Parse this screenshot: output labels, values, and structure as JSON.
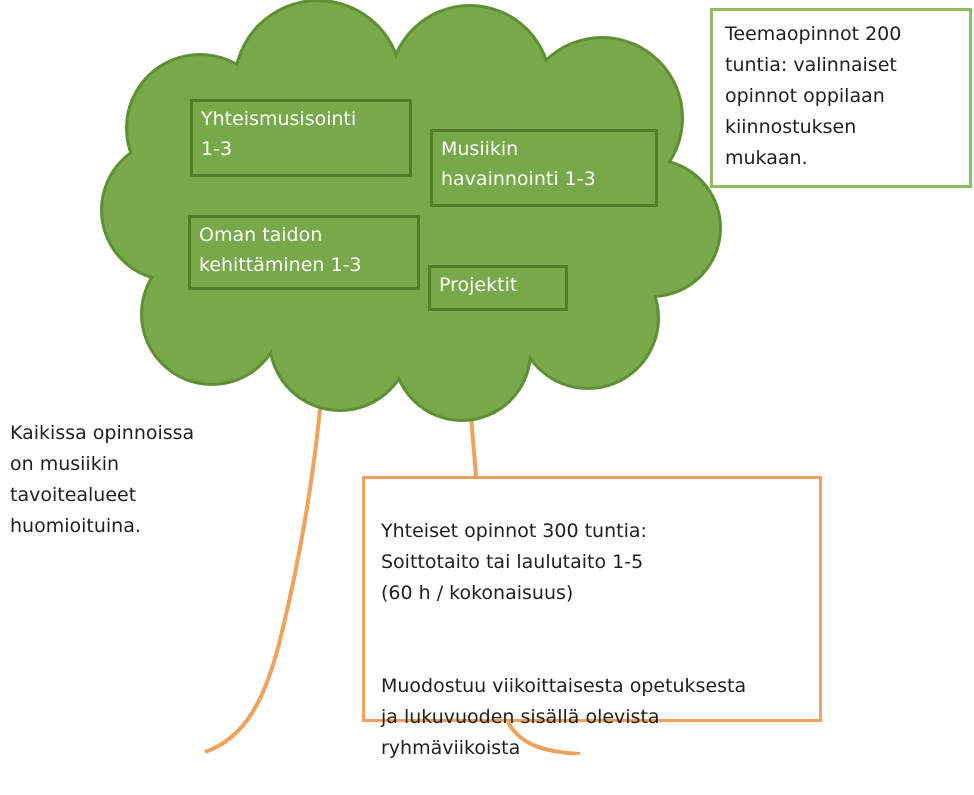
{
  "tree": {
    "leaves": [
      {
        "key": "yhteismusisointi",
        "text": "Yhteismusisointi\n1-3"
      },
      {
        "key": "musiikin_havainnointi",
        "text": "Musiikin\nhavainnointi 1-3"
      },
      {
        "key": "oman_taidon",
        "text": "Oman taidon\nkehittäminen 1-3"
      },
      {
        "key": "projektit",
        "text": "Projektit"
      }
    ]
  },
  "teemaopinnot": {
    "text": "Teemaopinnot 200\ntuntia: valinnaiset\nopinnot oppilaan\nkiinnostuksen\nmukaan."
  },
  "yhteiset": {
    "para1": "Yhteiset opinnot 300 tuntia:\nSoittotaito tai laulutaito 1-5\n(60 h / kokonaisuus)",
    "para2": "Muodostuu viikoittaisesta opetuksesta\nja lukuvuoden sisällä olevista\nryhmäviikoista"
  },
  "kaikissa": {
    "text": "Kaikissa opinnoissa\non musiikin\ntavoitealueet\nhuomioituina."
  },
  "colors": {
    "crown_fill": "#77a84a",
    "crown_stroke": "#5f8f35",
    "leaf_box_border": "#4f7f27",
    "leaf_text": "#ffffff",
    "trunk": "#f0a15c",
    "teema_border": "#8cbf5c",
    "yhteiset_border": "#f0a15c"
  }
}
